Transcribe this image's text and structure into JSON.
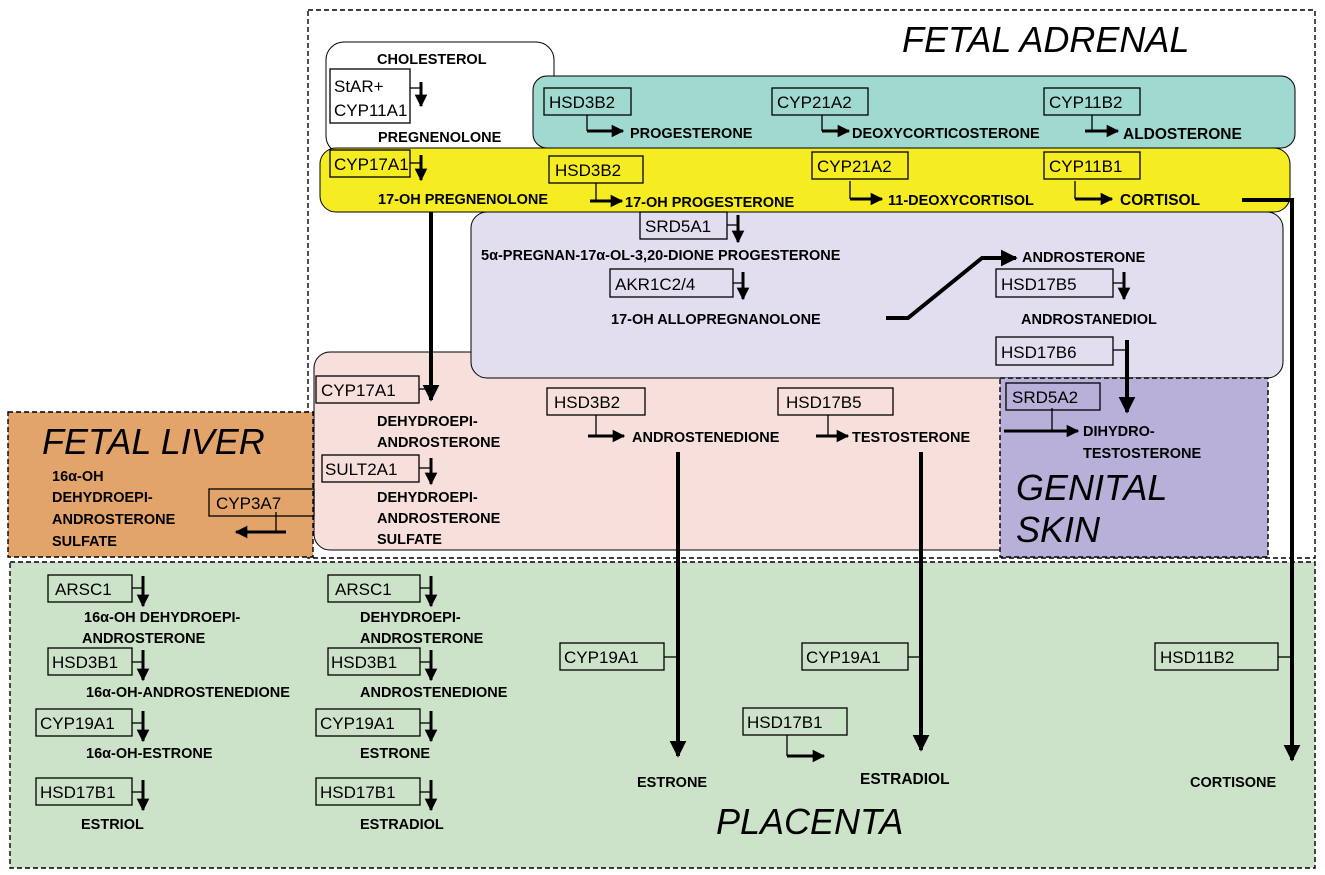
{
  "regions": {
    "fetal_adrenal": "FETAL ADRENAL",
    "fetal_liver": "FETAL LIVER",
    "genital_skin_1": "GENITAL",
    "genital_skin_2": "SKIN",
    "placenta": "PLACENTA"
  },
  "colors": {
    "mineralocorticoid": "#9fd9cf",
    "glucocorticoid": "#f6ec22",
    "backdoor": "#e2def0",
    "androgen": "#f7e0dc",
    "fetal_liver": "#e3a46b",
    "genital_skin": "#b8b0d8",
    "placenta": "#cde3c9"
  },
  "metabolites": {
    "cholesterol": "CHOLESTEROL",
    "pregnenolone": "PREGNENOLONE",
    "progesterone": "PROGESTERONE",
    "deoxycorticosterone": "DEOXYCORTICOSTERONE",
    "aldosterone": "ALDOSTERONE",
    "oh17_pregnenolone": "17-OH PREGNENOLONE",
    "oh17_progesterone": "17-OH PROGESTERONE",
    "deoxycortisol": "11-DEOXYCORTISOL",
    "cortisol": "CORTISOL",
    "pregnandione": "5α-PREGNAN-17α-OL-3,20-DIONE PROGESTERONE",
    "allopregnanolone": "17-OH ALLOPREGNANOLONE",
    "androsterone": "ANDROSTERONE",
    "androstanediol": "ANDROSTANEDIOL",
    "dhea_1": "DEHYDROEPI-",
    "dhea_2": "ANDROSTERONE",
    "dheas_1": "DEHYDROEPI-",
    "dheas_2": "ANDROSTERONE",
    "dheas_3": "SULFATE",
    "androstenedione": "ANDROSTENEDIONE",
    "testosterone": "TESTOSTERONE",
    "dht_1": "DIHYDRO-",
    "dht_2": "TESTOSTERONE",
    "oh16_dheas_1": "16α-OH",
    "oh16_dheas_2": "DEHYDROEPI-",
    "oh16_dheas_3": "ANDROSTERONE",
    "oh16_dheas_4": "SULFATE",
    "p_oh16_dhea_1": "16α-OH DEHYDROEPI-",
    "p_oh16_dhea_2": "ANDROSTERONE",
    "p_oh16_androstenedione": "16α-OH-ANDROSTENEDIONE",
    "p_oh16_estrone": "16α-OH-ESTRONE",
    "p_estriol": "ESTRIOL",
    "p_dhea_1": "DEHYDROEPI-",
    "p_dhea_2": "ANDROSTERONE",
    "p_androstenedione": "ANDROSTENEDIONE",
    "p_estrone": "ESTRONE",
    "p_estradiol": "ESTRADIOL",
    "estrone": "ESTRONE",
    "estradiol": "ESTRADIOL",
    "cortisone": "CORTISONE"
  },
  "enzymes": {
    "star_1": "StAR+",
    "star_2": "CYP11A1",
    "hsd3b2_a": "HSD3B2",
    "cyp21a2_a": "CYP21A2",
    "cyp11b2": "CYP11B2",
    "cyp17a1_a": "CYP17A1",
    "hsd3b2_b": "HSD3B2",
    "cyp21a2_b": "CYP21A2",
    "cyp11b1": "CYP11B1",
    "srd5a1": "SRD5A1",
    "akr1c2": "AKR1C2/4",
    "hsd17b5_a": "HSD17B5",
    "hsd17b6": "HSD17B6",
    "cyp17a1_b": "CYP17A1",
    "sult2a1": "SULT2A1",
    "hsd3b2_c": "HSD3B2",
    "hsd17b5_b": "HSD17B5",
    "srd5a2": "SRD5A2",
    "cyp3a7": "CYP3A7",
    "arsc1_a": "ARSC1",
    "hsd3b1_a": "HSD3B1",
    "cyp19a1_a": "CYP19A1",
    "hsd17b1_a": "HSD17B1",
    "arsc1_b": "ARSC1",
    "hsd3b1_b": "HSD3B1",
    "cyp19a1_b": "CYP19A1",
    "hsd17b1_b": "HSD17B1",
    "cyp19a1_c": "CYP19A1",
    "cyp19a1_d": "CYP19A1",
    "hsd17b1_c": "HSD17B1",
    "hsd11b2": "HSD11B2"
  }
}
